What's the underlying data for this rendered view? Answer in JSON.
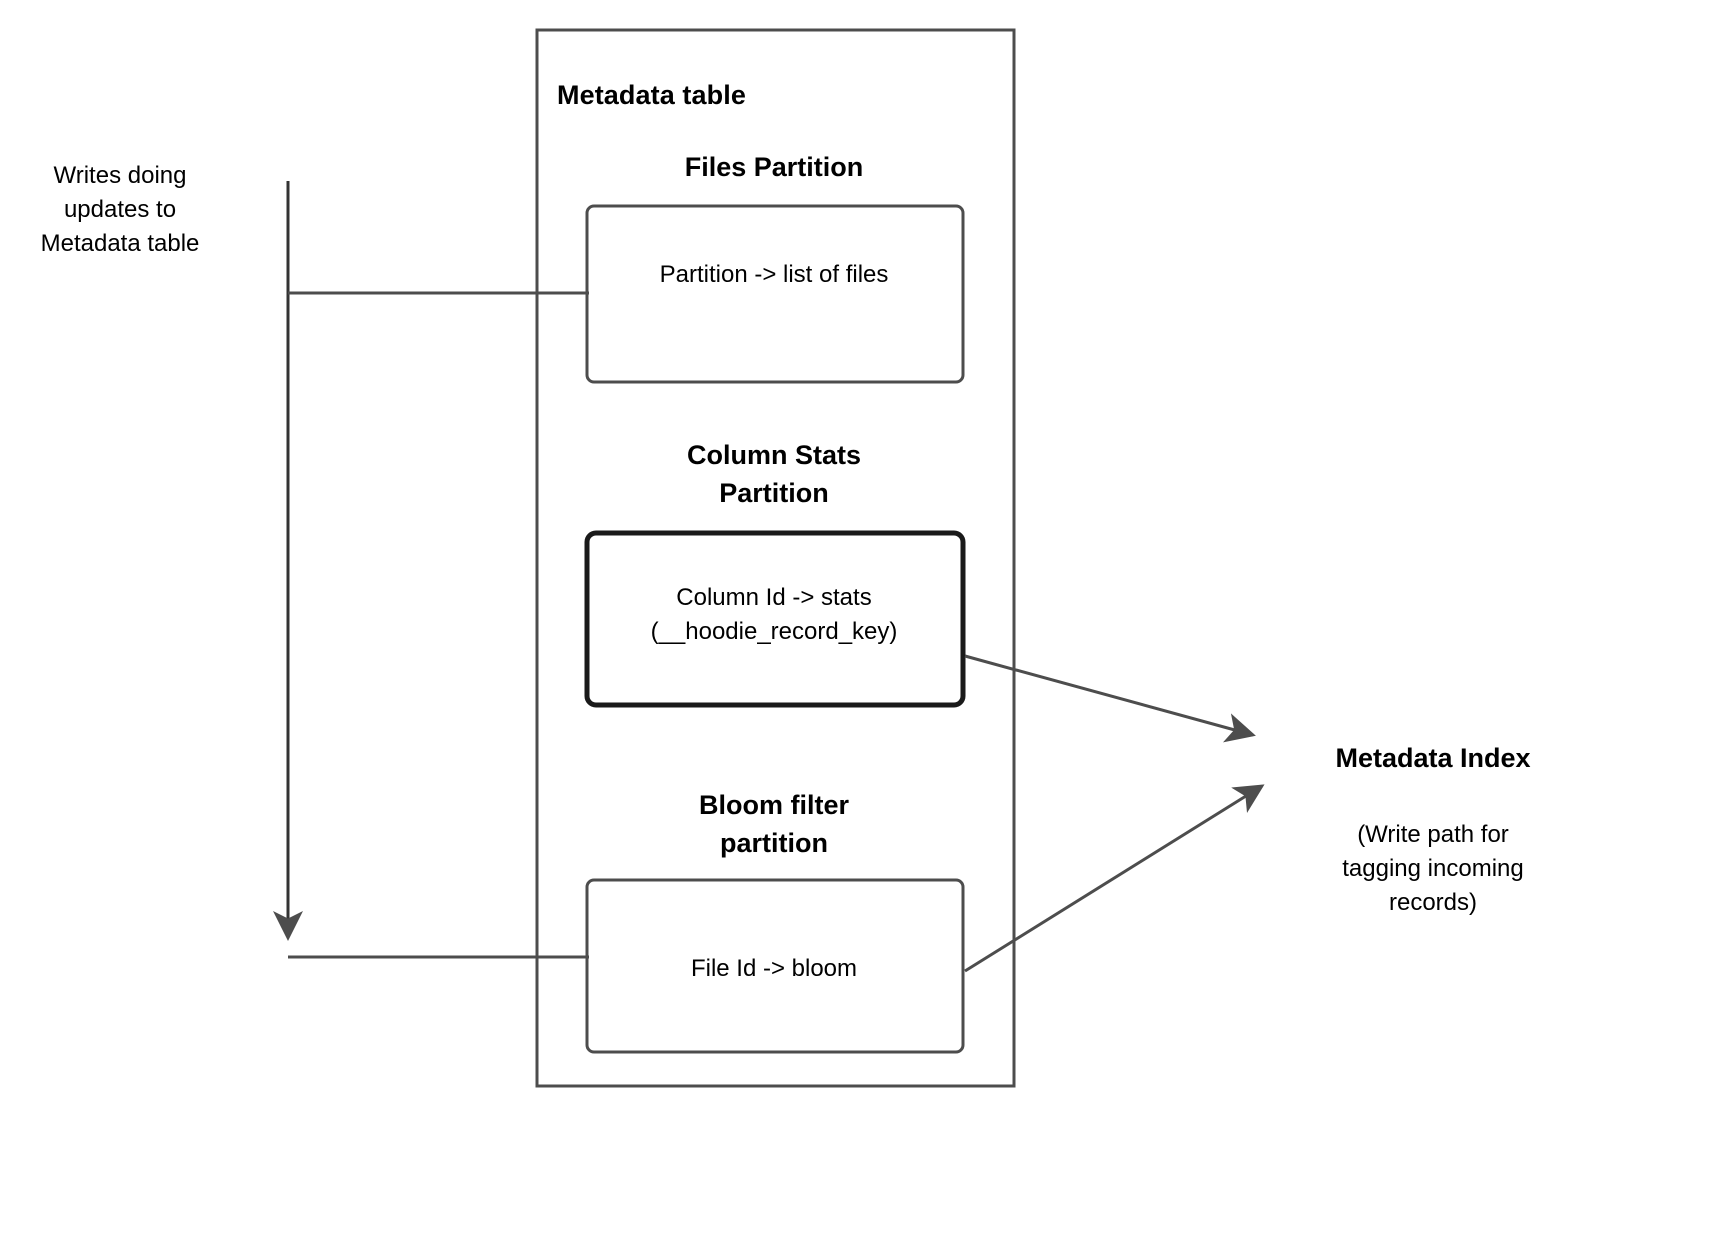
{
  "diagram": {
    "title": "Metadata table",
    "outer_container_label": "Metadata table",
    "left_annotation": "Writes doing\nupdates to\nMetadata table",
    "sections": [
      {
        "heading": "Files Partition",
        "box_label": "Partition -> list of files"
      },
      {
        "heading": "Column Stats\nPartition",
        "box_label": "Column Id  -> stats\n(__hoodie_record_key)"
      },
      {
        "heading": "Bloom filter\npartition",
        "box_label": "File Id -> bloom"
      }
    ],
    "right_annotation": {
      "title": "Metadata Index",
      "note": "(Write path for\ntagging incoming\nrecords)"
    },
    "colors": {
      "stroke": "#4d4d4d",
      "stroke_dark": "#1a1a1a",
      "text": "#000000",
      "background": "#ffffff",
      "arrowhead": "#4d4d4d"
    }
  }
}
